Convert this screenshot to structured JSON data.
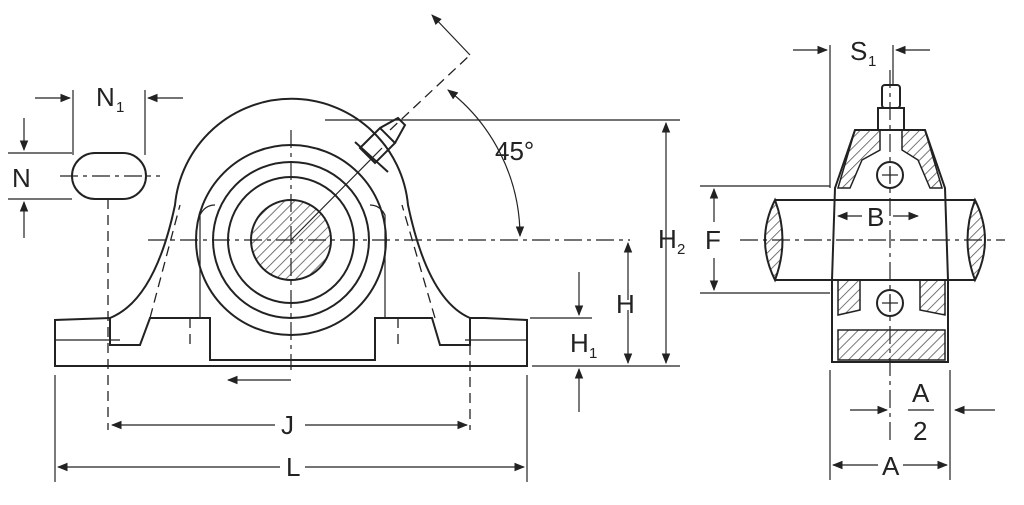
{
  "labels": {
    "N1": "N",
    "N1_sub": "1",
    "N": "N",
    "angle": "45°",
    "H2": "H",
    "H2_sub": "2",
    "H": "H",
    "H1": "H",
    "H1_sub": "1",
    "J": "J",
    "L": "L",
    "S1": "S",
    "S1_sub": "1",
    "F": "F",
    "B": "B",
    "A_half_num": "A",
    "A_half_den": "2",
    "A": "A"
  },
  "colors": {
    "line": "#222222",
    "hatch": "#555555",
    "background": "#ffffff"
  }
}
